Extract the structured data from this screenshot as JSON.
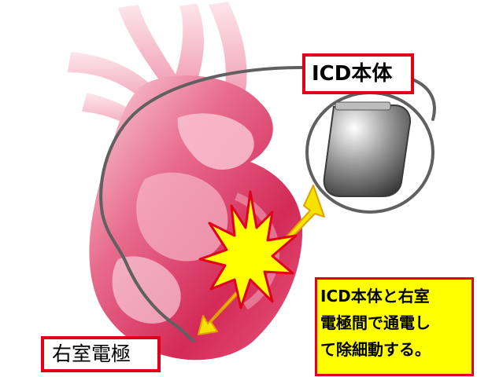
{
  "labels": {
    "icd_body": "ICD本体",
    "rv_electrode": "右室電極",
    "explanation_lines": [
      "ICD本体と右室",
      "電極間で通電し",
      "て除細動する。"
    ]
  },
  "colors": {
    "heart_dark": "#d42a58",
    "heart_light": "#f7b6c8",
    "lead_wire": "#606060",
    "callout_border": "#e0001a",
    "shock_fill": "#ffff00",
    "shock_outline": "#e0001a",
    "arrow_fill": "#f5e200"
  },
  "icons": [
    "heart-illustration",
    "icd-device",
    "lead-wire",
    "electric-shock-burst",
    "double-headed-arrow"
  ]
}
